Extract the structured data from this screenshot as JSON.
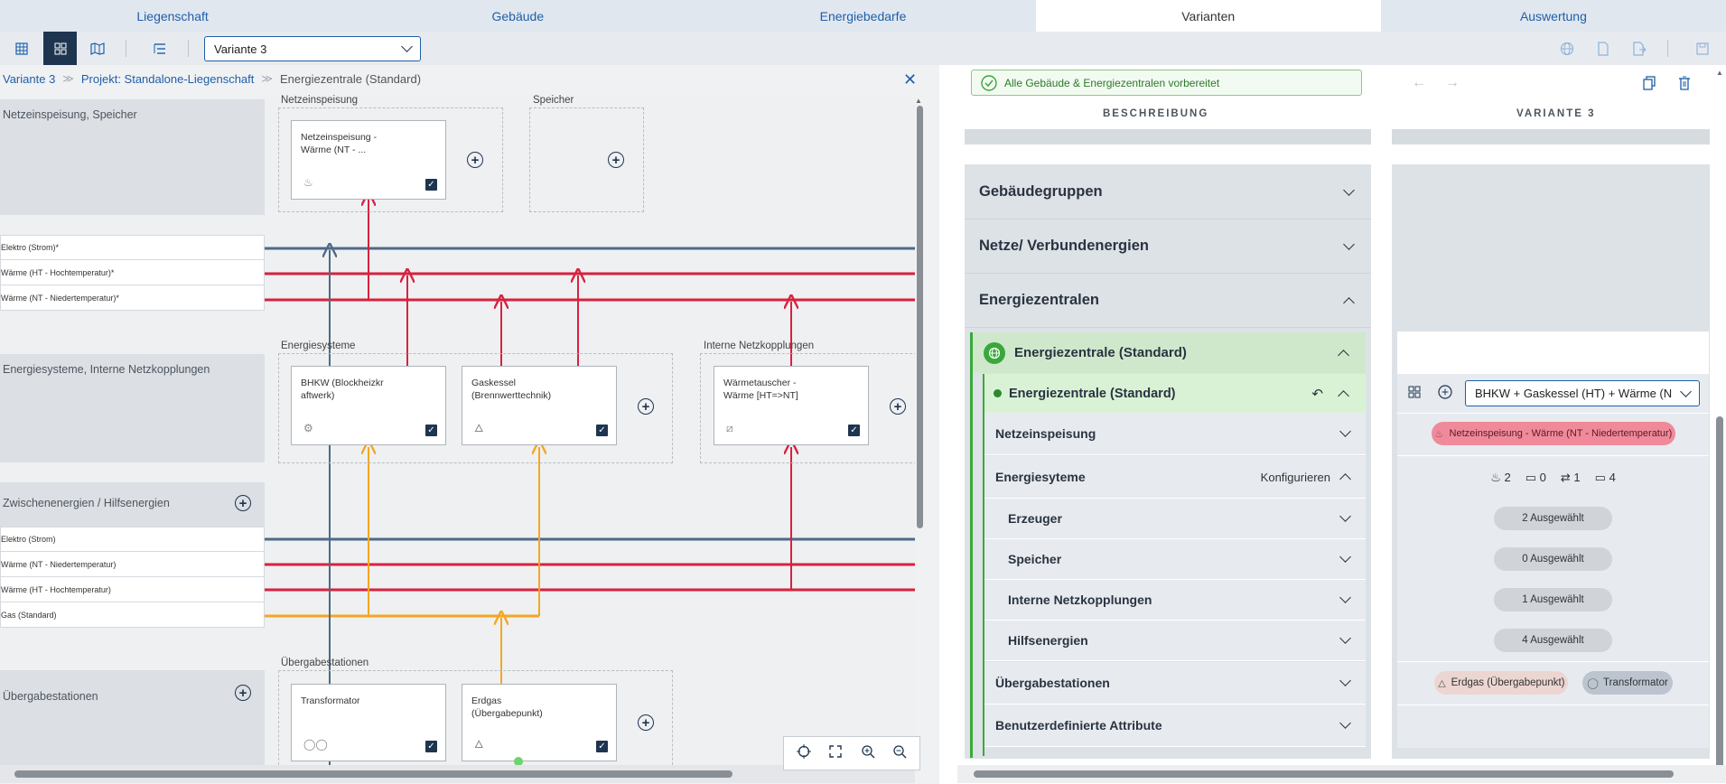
{
  "tabs": [
    "Liegenschaft",
    "Gebäude",
    "Energiebedarfe",
    "Varianten",
    "Auswertung"
  ],
  "toolbar": {
    "variant_select": "Variante 3"
  },
  "breadcrumb": {
    "item1": "Variante 3",
    "item2": "Projekt: Standalone-Liegenschaft",
    "current": "Energiezentrale (Standard)"
  },
  "diagram": {
    "rows": {
      "netzeinspeisung_speicher": "Netzeinspeisung, Speicher",
      "energiesysteme": "Energiesysteme, Interne Netzkopplungen",
      "zwischenenergien": "Zwischenenergien / Hilfsenergien",
      "uebergabestationen": "Übergabestationen"
    },
    "buses_top": [
      "Elektro (Strom)*",
      "Wärme (HT - Hochtemperatur)*",
      "Wärme (NT - Niedertemperatur)*"
    ],
    "buses_mid": [
      "Elektro (Strom)",
      "Wärme (NT - Niedertemperatur)",
      "Wärme (HT - Hochtemperatur)",
      "Gas (Standard)"
    ],
    "containers": {
      "netzeinspeisung": "Netzeinspeisung",
      "speicher": "Speicher",
      "energiesysteme": "Energiesysteme",
      "interne": "Interne Netzkopplungen",
      "uebergabe": "Übergabestationen"
    },
    "cards": {
      "netz": "Netzeinspeisung - Wärme (NT - ...",
      "bhkw": "BHKW (Blockheizkraftwerk)",
      "gaskessel": "Gaskessel (Brennwerttechnik)",
      "waermetauscher": "Wärmetauscher - Wärme [HT=>NT]",
      "transformator": "Transformator",
      "erdgas": "Erdgas (Übergabepunkt)"
    },
    "bhkw_line1": "BHKW (Blockheizkr",
    "bhkw_line2": "aftwerk)",
    "gas_line1": "Gaskessel",
    "gas_line2": "(Brennwerttechnik)",
    "wt_line1": "Wärmetauscher -",
    "wt_line2": "Wärme [HT=>NT]",
    "netz_line1": "Netzeinspeisung -",
    "netz_line2": "Wärme (NT - ...",
    "erdgas_line1": "Erdgas",
    "erdgas_line2": "(Übergabepunkt)"
  },
  "right": {
    "status": "Alle Gebäude & Energiezentralen vorbereitet",
    "col_description": "BESCHREIBUNG",
    "col_variant": "VARIANTE 3",
    "sections": [
      "Gebäudegruppen",
      "Netze/ Verbundenergien",
      "Energiezentralen"
    ],
    "ez_group": "Energiezentrale (Standard)",
    "ez_item": "Energiezentrale (Standard)",
    "sub": {
      "netzeinspeisung": "Netzeinspeisung",
      "energiesysteme": "Energiesyteme",
      "konfigurieren": "Konfigurieren",
      "erzeuger": "Erzeuger",
      "speicher": "Speicher",
      "interne": "Interne Netzkopplungen",
      "hilfsenergien": "Hilfsenergien",
      "uebergabe": "Übergabestationen",
      "benutzer": "Benutzerdefinierte Attribute"
    },
    "variant_select": "BHKW + Gaskessel (HT) + Wärme (N",
    "netz_pill": "Netzeinspeisung - Wärme (NT - Niedertemperatur)",
    "counts": {
      "c1": "2",
      "c2": "0",
      "c3": "1",
      "c4": "4"
    },
    "selected": {
      "erzeuger": "2 Ausgewählt",
      "speicher": "0 Ausgewählt",
      "interne": "1 Ausgewählt",
      "hilfs": "4 Ausgewählt"
    },
    "uebergabe_pills": {
      "erdgas": "Erdgas (Übergabepunkt)",
      "trafo": "Transformator"
    }
  },
  "colors": {
    "electric": "#4e6a86",
    "heat": "#d8213e",
    "gas": "#f5a623",
    "navy": "#1e3550",
    "link": "#1f5fa8",
    "green": "#3aa83a"
  }
}
